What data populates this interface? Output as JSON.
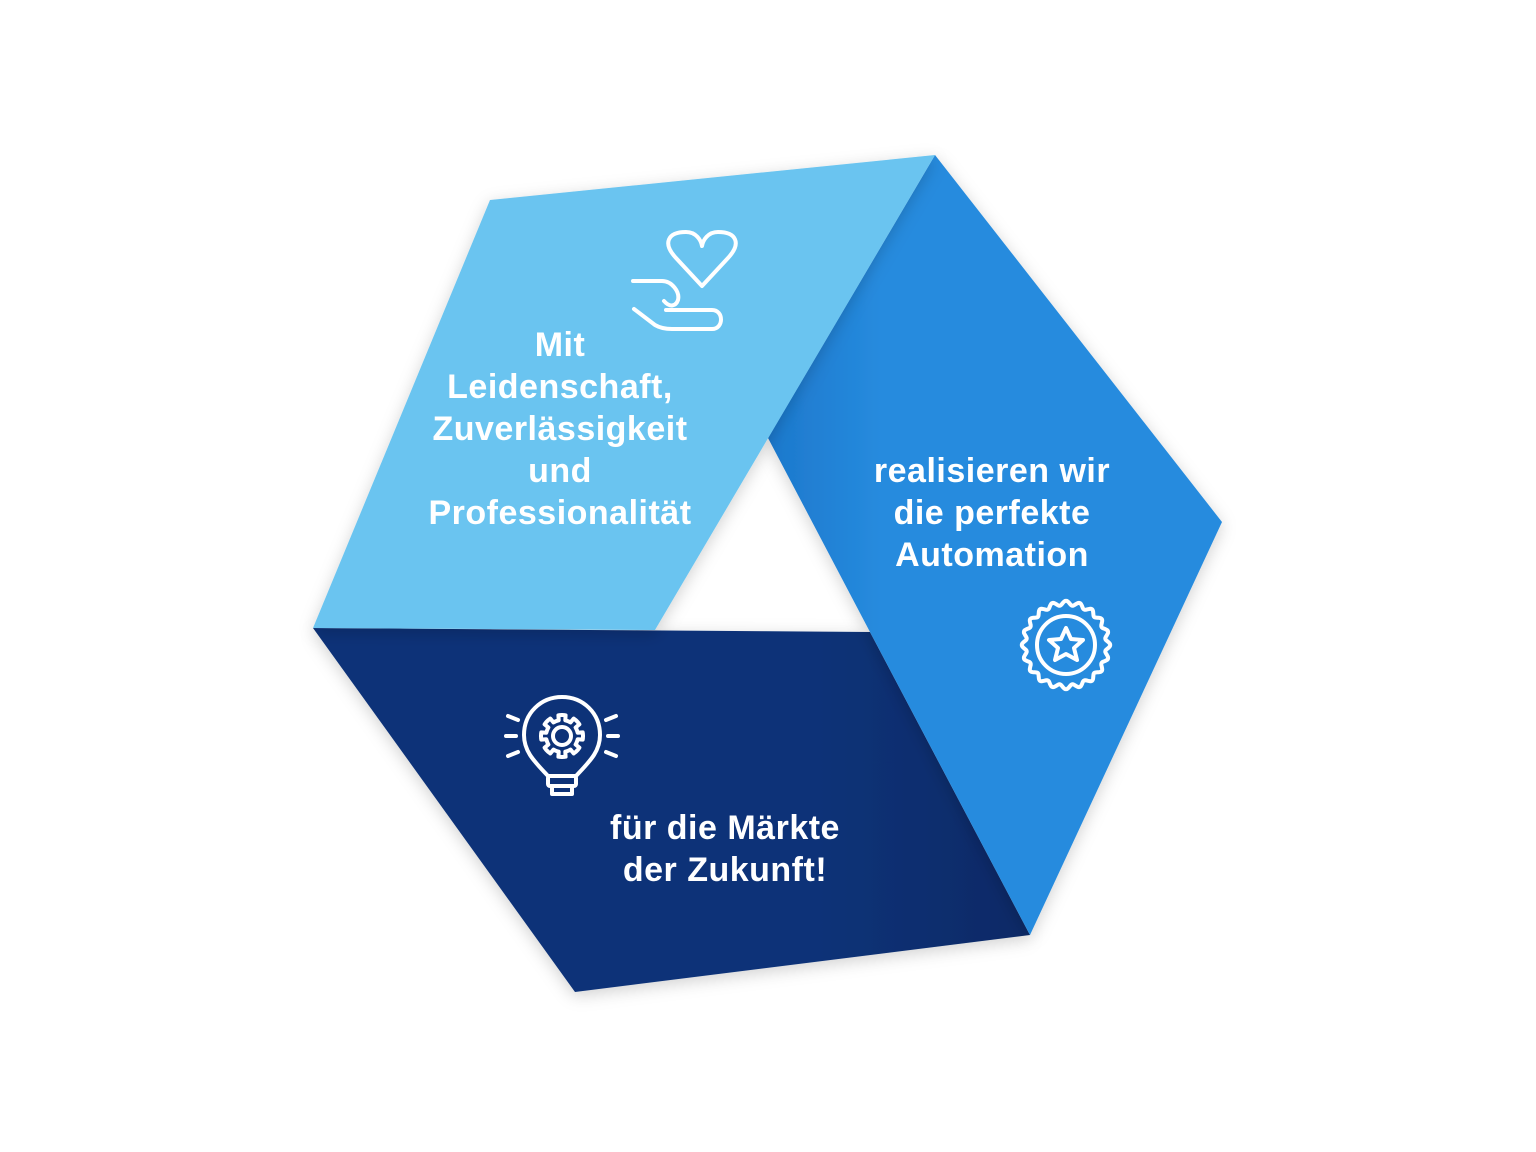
{
  "colors": {
    "light": "#6BC4F0",
    "medium": "#268BDE",
    "dark": "#0B3278",
    "text": "#FFFFFF"
  },
  "segments": [
    {
      "id": "passion",
      "icon": "hand-heart-icon",
      "lines": [
        "Mit",
        "Leidenschaft,",
        "Zuverlässigkeit",
        "und",
        "Professionalität"
      ]
    },
    {
      "id": "automation",
      "icon": "star-badge-icon",
      "lines": [
        "realisieren wir",
        "die perfekte",
        "Automation"
      ]
    },
    {
      "id": "future",
      "icon": "lightbulb-gear-icon",
      "lines": [
        "für die Märkte",
        "der Zukunft!"
      ]
    }
  ]
}
